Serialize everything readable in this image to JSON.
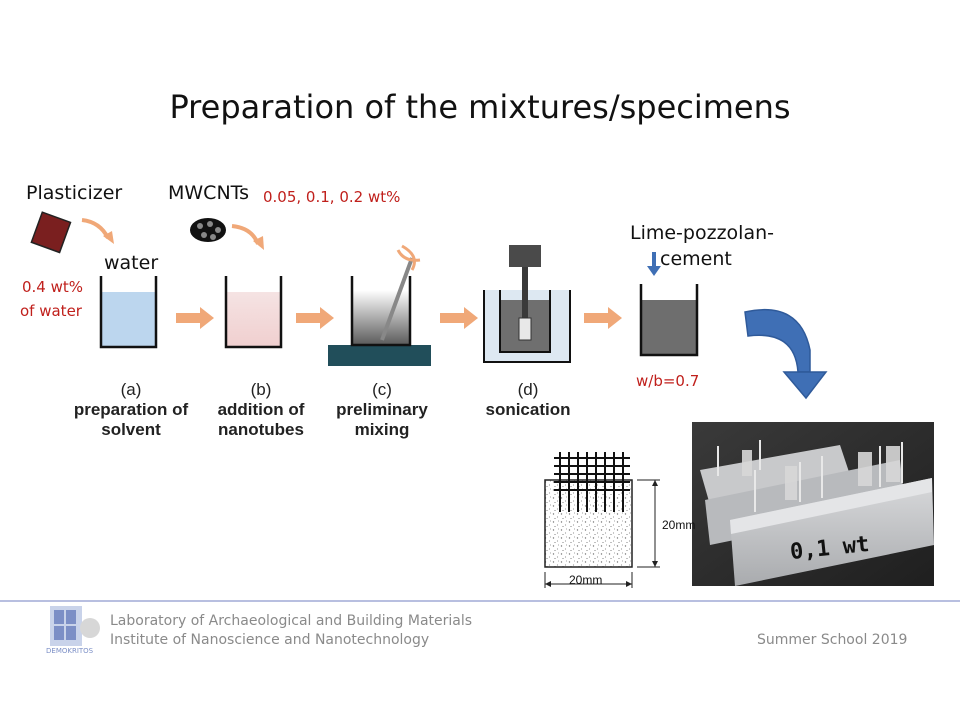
{
  "title": "Preparation of the mixtures/specimens",
  "labels": {
    "plasticizer": "Plasticizer",
    "mwcnts": "MWCNTs",
    "mwcnt_conc": "0.05,  0.1,  0.2 wt%",
    "water": "water",
    "water_pct_line1": "0.4 wt%",
    "water_pct_line2": "of water",
    "lime_line1": "Lime-pozzolan-",
    "lime_line2": "cement",
    "wb_ratio": "w/b=0.7"
  },
  "steps": [
    {
      "tag": "(a)",
      "line1": "preparation of",
      "line2": "solvent"
    },
    {
      "tag": "(b)",
      "line1": "addition  of",
      "line2": "nanotubes"
    },
    {
      "tag": "(c)",
      "line1": "preliminary",
      "line2": "mixing"
    },
    {
      "tag": "(d)",
      "line1": "sonication",
      "line2": ""
    }
  ],
  "specimen": {
    "height_dim": "20mm",
    "width_dim": "20mm",
    "photo_label": "0,1 wt"
  },
  "footer": {
    "lab": "Laboratory of Archaeological and Building Materials",
    "institute": "Institute of Nanoscience and Nanotechnology",
    "event": "Summer School 2019",
    "logo_caption": "DEMOKRITOS"
  },
  "colors": {
    "accent_red": "#c0201c",
    "arrow_orange": "#f0a878",
    "big_arrow_blue": "#3f6fb5",
    "water_blue": "#bcd6ee",
    "pink": "#f2d8d8"
  }
}
